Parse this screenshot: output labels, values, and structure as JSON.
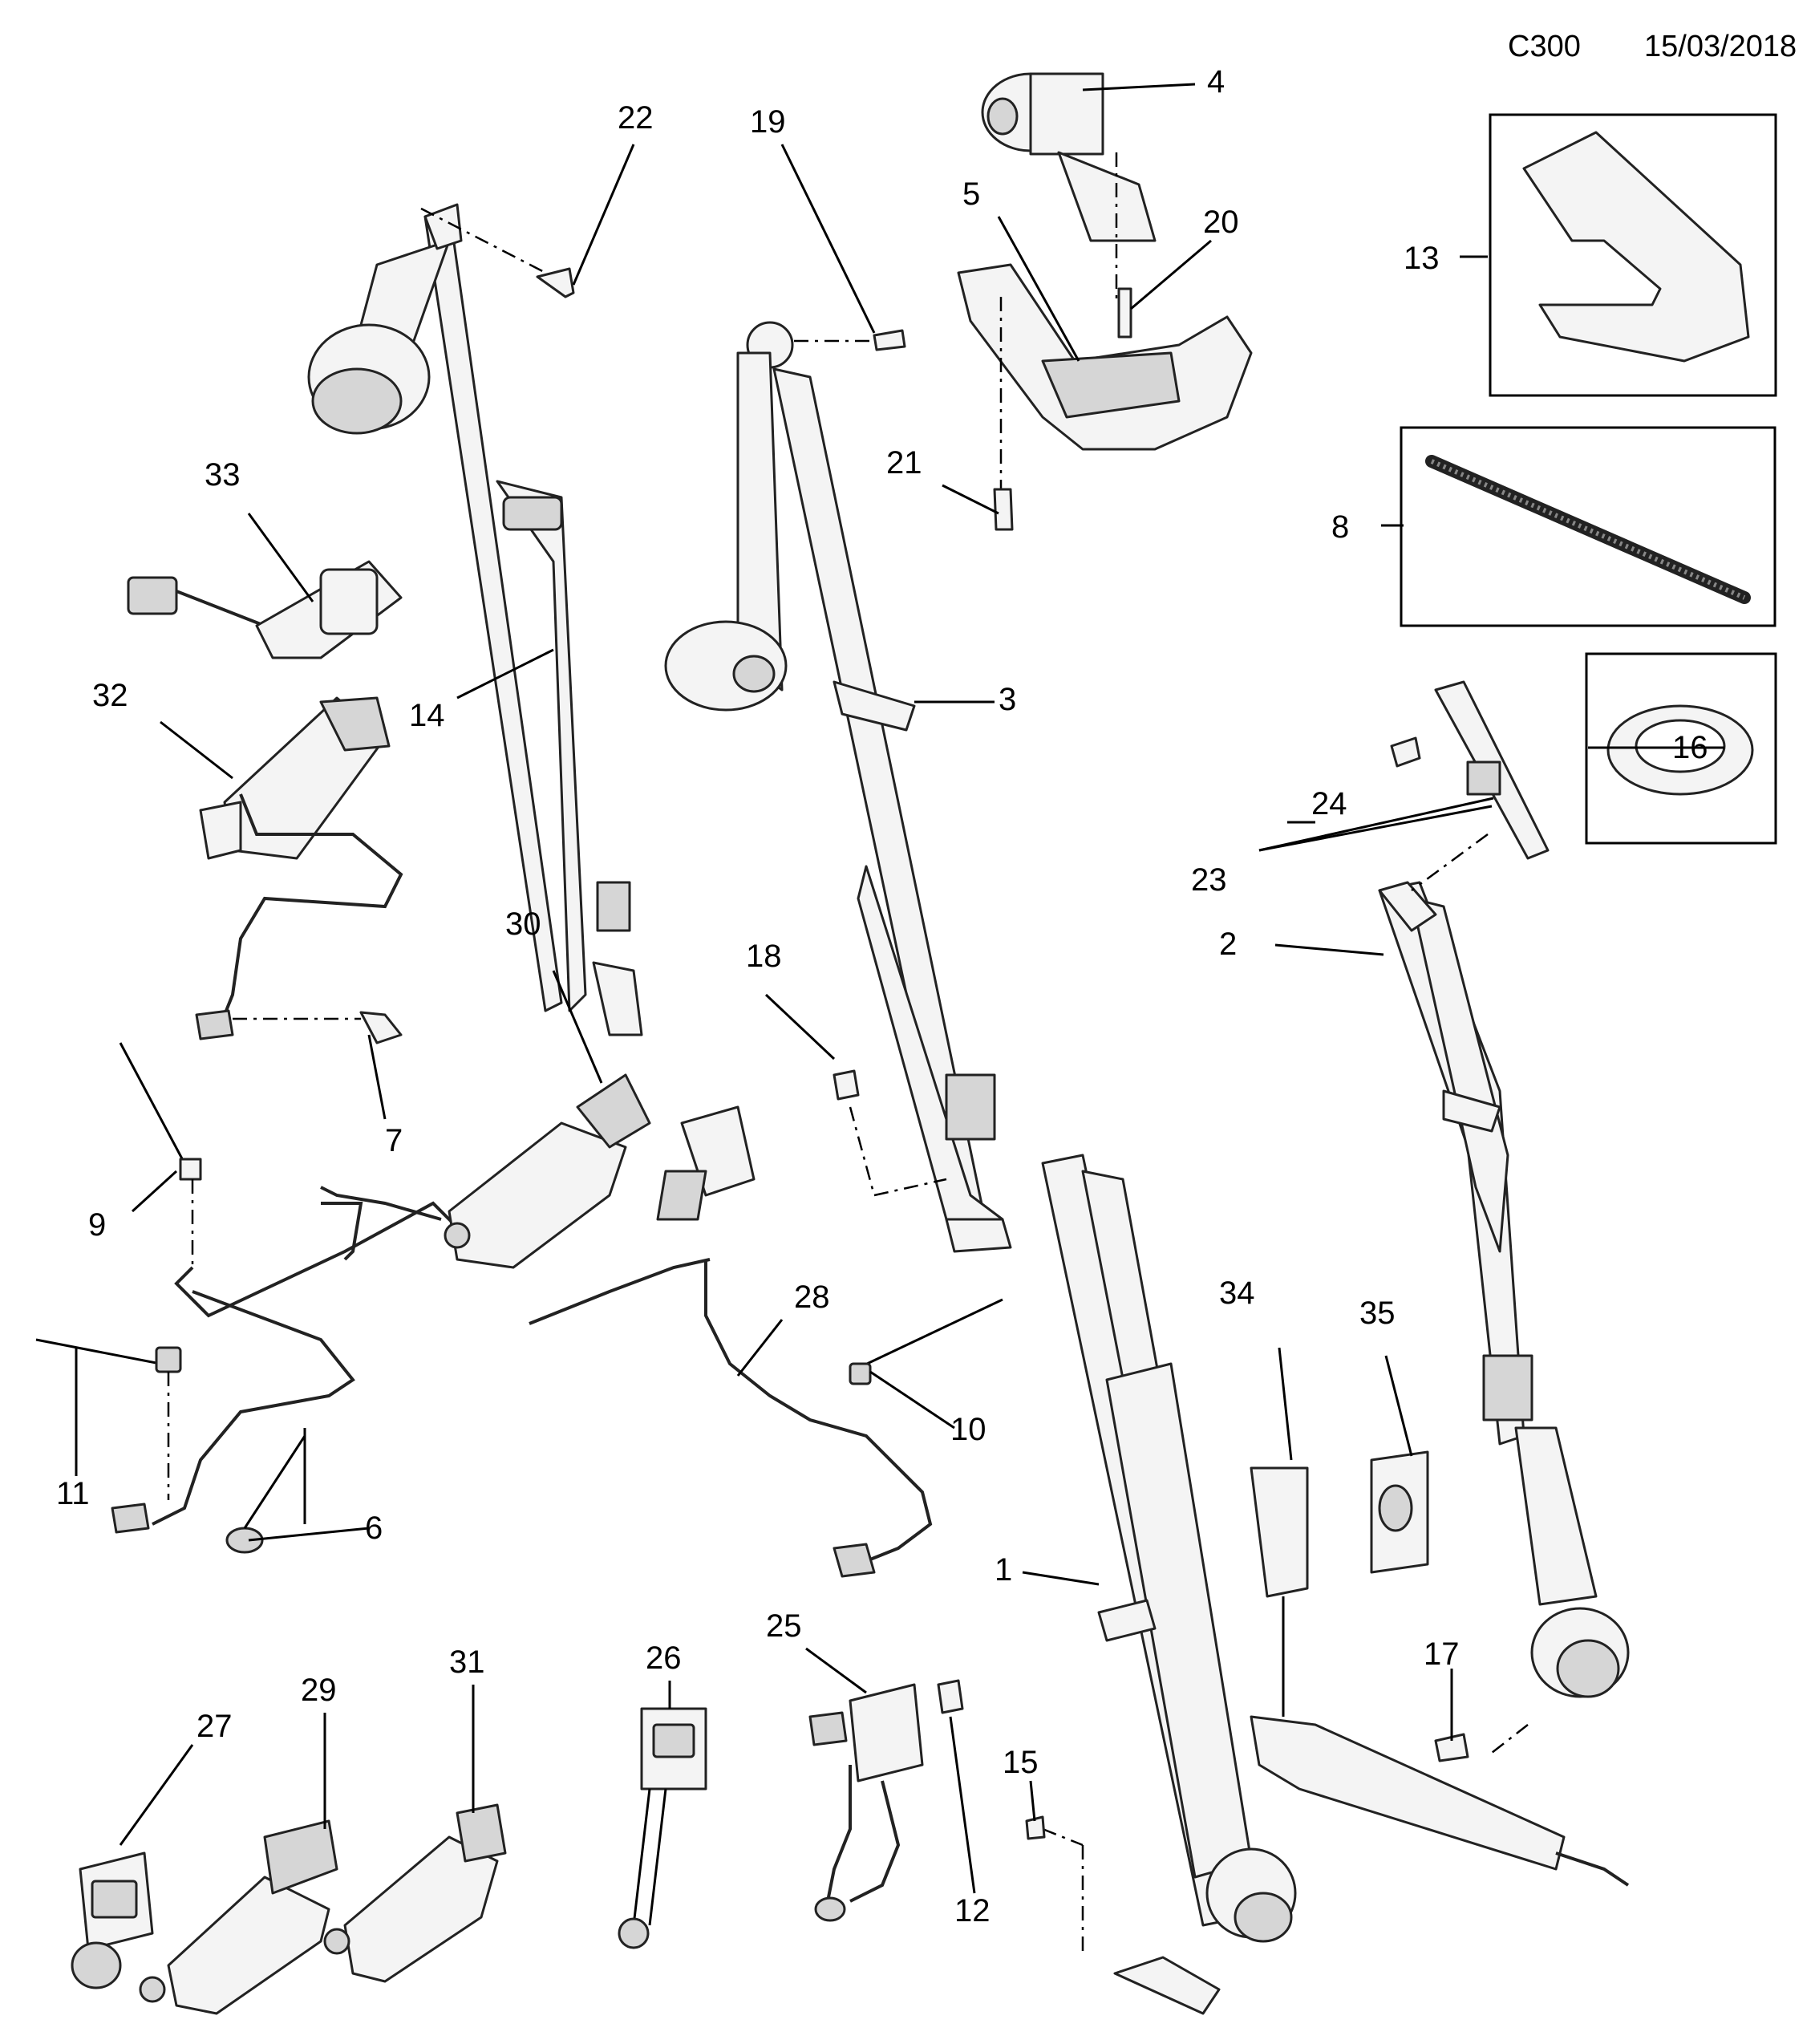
{
  "header": {
    "code": "C300",
    "date": "15/03/2018"
  },
  "callouts": {
    "c1": "1",
    "c2": "2",
    "c3": "3",
    "c4": "4",
    "c5": "5",
    "c6": "6",
    "c7": "7",
    "c8": "8",
    "c9": "9",
    "c10": "10",
    "c11": "11",
    "c12": "12",
    "c13": "13",
    "c14": "14",
    "c15": "15",
    "c16": "16",
    "c17": "17",
    "c18": "18",
    "c19": "19",
    "c20": "20",
    "c21": "21",
    "c22": "22",
    "c23": "23",
    "c24": "24",
    "c25": "25",
    "c26": "26",
    "c27": "27",
    "c28": "28",
    "c29": "29",
    "c30": "30",
    "c31": "31",
    "c32": "32",
    "c33": "33",
    "c34": "34",
    "c35": "35"
  },
  "colors": {
    "line": "#000000",
    "part_fill": "#f4f4f4",
    "part_shade": "#d6d6d6"
  }
}
